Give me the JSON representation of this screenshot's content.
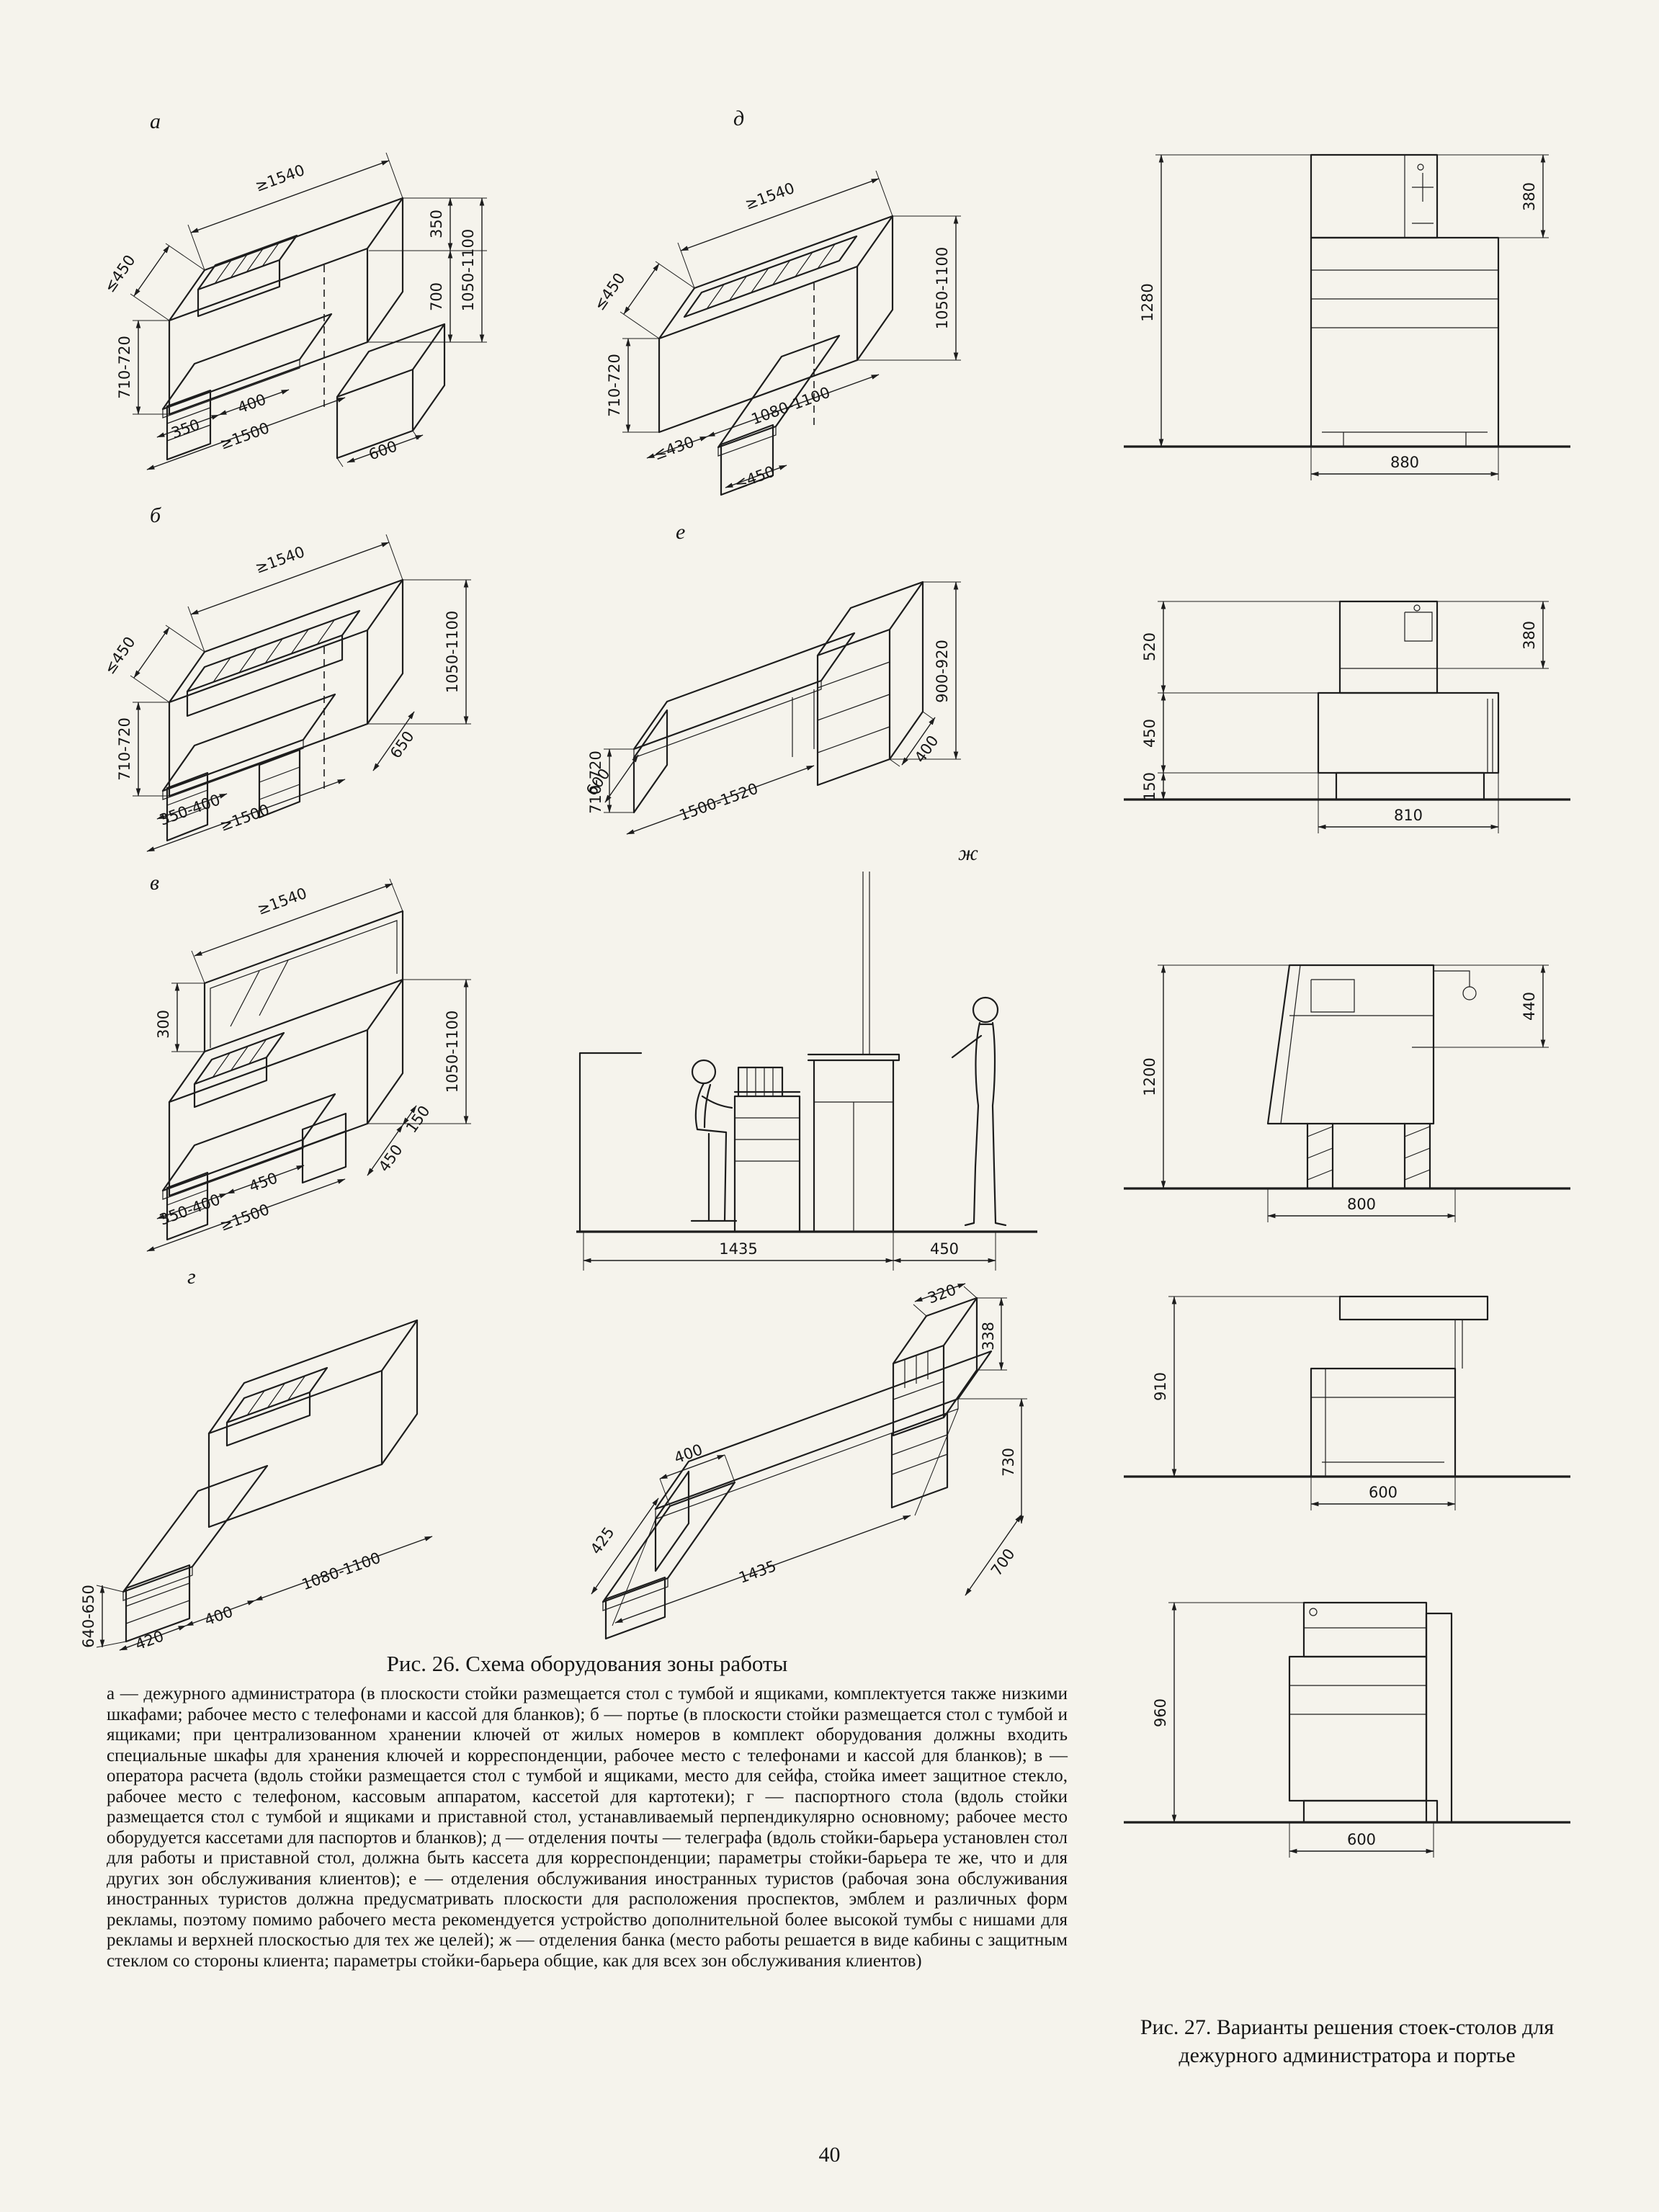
{
  "page": {
    "number": "40"
  },
  "fig26": {
    "caption": "Рис. 26. Схема оборудования зоны работы",
    "legend": "а — дежурного администратора (в плоскости стойки размещается стол с тумбой и ящиками, комплектуется также низкими шкафами; рабочее место с телефонами и кассой для бланков); б — портье (в плоскости стойки размещается стол с тумбой и ящиками; при централизованном хранении ключей от жилых номеров в комплект оборудования должны входить специальные шкафы для хранения ключей и корреспонденции, рабочее место с телефонами и кассой для бланков); в — оператора расчета (вдоль стойки размещается стол с тумбой и ящиками, место для сейфа, стойка имеет защитное стекло, рабочее место с телефоном, кассовым аппаратом, кассетой для картотеки); г — паспортного стола (вдоль стойки размещается стол с тумбой и ящиками и приставной стол, устанавливаемый перпендикулярно основному; рабочее место оборудуется кассетами для паспортов и бланков); д — отделения почты — телеграфа (вдоль стойки-барьера установлен стол для работы и приставной стол, должна быть кассета для корреспонденции; параметры стойки-барьера те же, что и для других зон обслуживания клиентов); е — отделения обслуживания иностранных туристов (рабочая зона обслуживания иностранных туристов должна предусматривать плоскости для расположения проспектов, эмблем и различных форм рекламы, поэтому помимо рабочего места рекомендуется устройство дополнительной более высокой тумбы с нишами для рекламы и верхней плоскостью для тех же целей); ж — отделения банка (место работы решается в виде кабины с защитным стеклом со стороны клиента; параметры стойки-барьера общие, как для всех зон обслуживания клиентов)",
    "a": {
      "label": "а",
      "dims": {
        "depth": "≤450",
        "length": "≥1540",
        "h1": "710-720",
        "h2": "350",
        "h3": "700",
        "h4": "1050-1100",
        "w1": "350",
        "w2": "400",
        "w3": "≥1500",
        "w4": "600"
      }
    },
    "b": {
      "label": "б",
      "dims": {
        "depth": "≤450",
        "length": "≥1540",
        "h1": "710-720",
        "h2": "1050-1100",
        "w1": "350-400",
        "w2": "≥1500",
        "w3": "650"
      }
    },
    "v": {
      "label": "в",
      "dims": {
        "glass": "300",
        "length": "≥1540",
        "h1": "1050-1100",
        "w1": "350-400",
        "w2": "≥1500",
        "w3": "450",
        "w4": "450",
        "w5": "150"
      }
    },
    "g": {
      "label": "г",
      "dims": {
        "h1": "640-650",
        "w1": "420",
        "w2": "400",
        "w3": "1080-1100"
      }
    },
    "d": {
      "label": "д",
      "dims": {
        "depth": "≤450",
        "length": "≥1540",
        "h1": "710-720",
        "h2": "1050-1100",
        "w1": "≤430",
        "w2": "1080-1100",
        "w3": "≤450"
      }
    },
    "e": {
      "label": "е",
      "dims": {
        "h1": "710-720",
        "h2": "900-920",
        "w1": "400",
        "w2": "600",
        "w3": "1500-1520"
      }
    },
    "zh": {
      "label": "ж",
      "dims": {
        "w1": "1435",
        "w2": "450"
      }
    },
    "zh2": {
      "dims": {
        "w1": "400",
        "w2": "425",
        "w3": "1435",
        "t1": "320",
        "t2": "338",
        "h1": "730",
        "w4": "700"
      }
    }
  },
  "fig27": {
    "caption": "Рис. 27. Варианты решения стоек-столов для дежурного администратора и портье",
    "p1": {
      "h_total": "1280",
      "h_top": "380",
      "width": "880"
    },
    "p2": {
      "h1": "520",
      "h2": "450",
      "h3": "150",
      "h_top": "380",
      "width": "810"
    },
    "p3": {
      "h_total": "1200",
      "h_top": "440",
      "width": "800"
    },
    "p4": {
      "h_total": "910",
      "width": "600"
    },
    "p5": {
      "h_total": "960",
      "width": "600"
    }
  }
}
